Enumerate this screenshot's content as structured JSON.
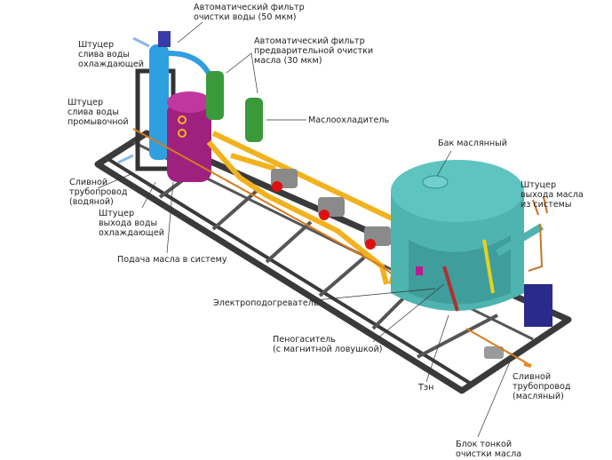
{
  "labels": {
    "water_filter": [
      "Автоматический фильтр",
      "очистки воды (50 мкм)"
    ],
    "cooling_water_drain": [
      "Штуцер",
      "слива воды",
      "охлаждающей"
    ],
    "oil_prefilter": [
      "Автоматический фильтр",
      "предварительной очистки",
      "масла (30 мкм)"
    ],
    "flush_water_drain": [
      "Штуцер",
      "слива воды",
      "промывочной"
    ],
    "oil_cooler": [
      "Маслоохладитель"
    ],
    "oil_tank": [
      "Бак маслянный"
    ],
    "oil_outlet": [
      "Штуцер",
      "выхода масла",
      "из системы"
    ],
    "water_drain_pipe": [
      "Сливной",
      "трубопровод",
      "(водяной)"
    ],
    "cooling_water_outlet": [
      "Штуцер",
      "выхода воды",
      "охлаждающей"
    ],
    "oil_supply": [
      "Подача масла в систему"
    ],
    "electric_heater": [
      "Электроподогреватель"
    ],
    "defoamer": [
      "Пеногаситель",
      "(с магнитной ловушкой)"
    ],
    "ten": [
      "Тэн"
    ],
    "oil_drain_pipe": [
      "Сливной",
      "трубопровод",
      "(масляный)"
    ],
    "fine_filter_block": [
      "Блок тонкой",
      "очистки масла"
    ]
  },
  "colors": {
    "frame": "#3a3a3a",
    "water": "#2f9fe0",
    "cooler": "#a0207f",
    "filter": "#3a9a3a",
    "oil_pipe": "#f2b21e",
    "tank": "#4fb3b0",
    "pump": "#8a8a8a",
    "control_box": "#2a2a8a"
  }
}
